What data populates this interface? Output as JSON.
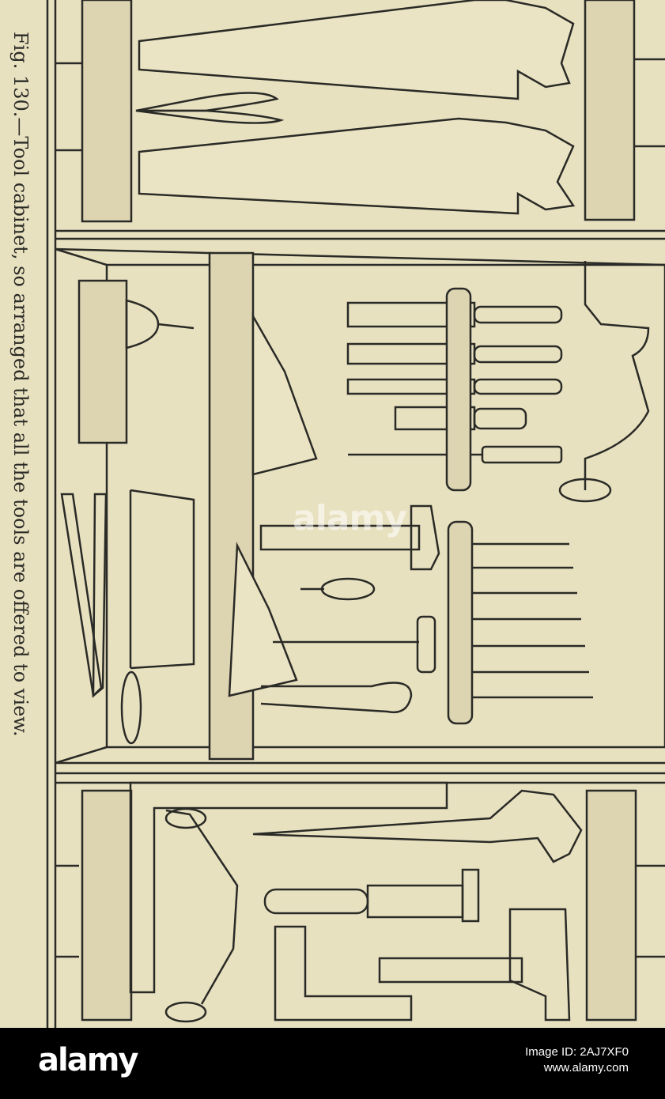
{
  "figure": {
    "caption": "Fig. 130.—Tool cabinet, so arranged that all the tools are offered to view."
  },
  "watermark": {
    "text": "alamy"
  },
  "footer": {
    "logo": "alamy",
    "image_id": "Image ID: 2AJ7XF0",
    "site": "www.alamy.com"
  },
  "colors": {
    "paper": "#e8e1c0",
    "ink": "#2a2a26",
    "footer_bg": "#000000"
  }
}
